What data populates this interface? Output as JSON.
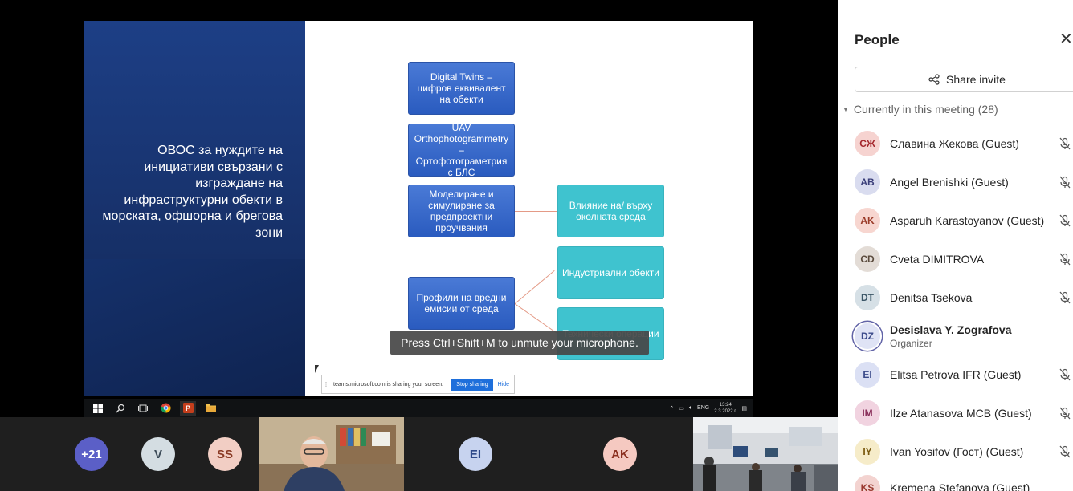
{
  "slide": {
    "title": "ОВОС за нуждите на инициативи свързани с изграждане на инфраструктурни обекти в морската, офшорна и брегова зони",
    "boxes": {
      "digital_twins": "Digital Twins – цифров еквивалент на обекти",
      "uav": "UAV Orthophotogrammetry – Ортофотограметрия с БЛС",
      "modeling": "Моделиране и симулиране за предпроектни проучвания",
      "profiles": "Профили на вредни емисии от среда",
      "impact": "Влияние на/ върху околната среда",
      "industrial": "Индустриални обекти",
      "technical": "Технически операции"
    }
  },
  "toast": "Press Ctrl+Shift+M to unmute your microphone.",
  "share_bar": {
    "message": "teams.microsoft.com is sharing your screen.",
    "stop_label": "Stop sharing",
    "hide_label": "Hide"
  },
  "taskbar": {
    "lang": "ENG",
    "time": "13:24",
    "date": "2.3.2022 г."
  },
  "strip": {
    "tiles": [
      {
        "initials": "+21",
        "bg": "#5b5fc7",
        "fg": "#ffffff"
      },
      {
        "initials": "V",
        "bg": "#d4dde2",
        "fg": "#3b4a57"
      },
      {
        "initials": "SS",
        "bg": "#f2cec4",
        "fg": "#8a3a24"
      },
      {
        "initials": "EI",
        "bg": "#c7d3ef",
        "fg": "#2f4a8a"
      },
      {
        "initials": "AK",
        "bg": "#f5c9c1",
        "fg": "#8b2f1f"
      }
    ]
  },
  "panel": {
    "title": "People",
    "share_invite": "Share invite",
    "section": "Currently in this meeting (28)",
    "people": [
      {
        "initials": "СЖ",
        "name": "Славина Жекова (Guest)",
        "bg": "#f6d3d0",
        "fg": "#a4262c"
      },
      {
        "initials": "AB",
        "name": "Angel Brenishki (Guest)",
        "bg": "#d9dcef",
        "fg": "#3b3f7a"
      },
      {
        "initials": "AK",
        "name": "Asparuh Karastoyanov (Guest)",
        "bg": "#f7d6d0",
        "fg": "#9a3a28"
      },
      {
        "initials": "CD",
        "name": "Cveta DIMITROVA",
        "bg": "#e3dcd6",
        "fg": "#5a4a3c"
      },
      {
        "initials": "DT",
        "name": "Denitsa Tsekova",
        "bg": "#d6e0e6",
        "fg": "#3a5566"
      },
      {
        "initials": "DZ",
        "name": "Desislava Y. Zografova",
        "role": "Organizer",
        "bg": "#dfe3f5",
        "fg": "#3b4a8a"
      },
      {
        "initials": "EI",
        "name": "Elitsa Petrova IFR (Guest)",
        "bg": "#dbe0f4",
        "fg": "#3a4a8a"
      },
      {
        "initials": "IM",
        "name": "Ilze Atanasova MCB (Guest)",
        "bg": "#f1d3e0",
        "fg": "#8a2f5a"
      },
      {
        "initials": "IY",
        "name": "Ivan Yosifov (Гост) (Guest)",
        "bg": "#f6ecc9",
        "fg": "#7a5a10"
      },
      {
        "initials": "KS",
        "name": "Kremena Stefanova (Guest)",
        "bg": "#f3d3d0",
        "fg": "#9a3a30"
      }
    ]
  }
}
